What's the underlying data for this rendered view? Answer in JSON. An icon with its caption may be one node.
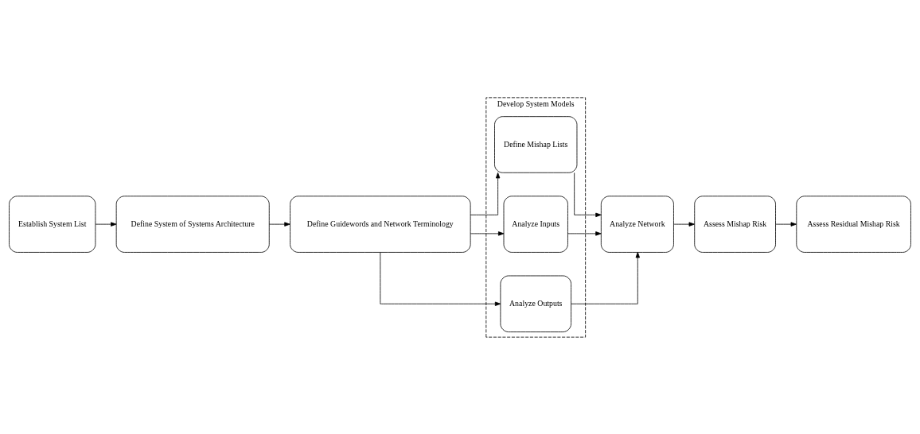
{
  "diagram": {
    "nodes": [
      {
        "text": [
          "Establish System List"
        ]
      },
      {
        "text": [
          "Define System of Systems Architecture"
        ]
      },
      {
        "text": [
          "Define Guidewords and Network Terminology"
        ]
      },
      {
        "text": [
          "Develop System Models"
        ]
      },
      {
        "text": [
          "Define Mishap Lists"
        ],
        "in": 3
      },
      {
        "text": [
          "Analyze Inputs"
        ],
        "in": 3
      },
      {
        "text": [
          "Analyze Outputs"
        ],
        "in": 3
      },
      {
        "text": [
          "Analyze Network"
        ]
      },
      {
        "text": [
          "Assess Mishap Risk"
        ]
      },
      {
        "text": [
          "Assess Residual Mishap Risk"
        ]
      }
    ],
    "edges": [
      {
        "from": 0,
        "to": 1,
        "arrow": "to"
      },
      {
        "from": 1,
        "to": 2,
        "arrow": "to"
      },
      {
        "from": 2,
        "to": 4,
        "arrow": "to"
      },
      {
        "from": 2,
        "to": 5,
        "arrow": "to"
      },
      {
        "from": 2,
        "to": 6,
        "arrow": "to"
      },
      {
        "from": 4,
        "to": 7,
        "arrow": "to"
      },
      {
        "from": 5,
        "to": 7,
        "arrow": "to"
      },
      {
        "from": 6,
        "to": 7,
        "arrow": "to"
      },
      {
        "from": 7,
        "to": 8,
        "arrow": "to"
      },
      {
        "from": 8,
        "to": 9,
        "arrow": "to"
      }
    ]
  }
}
